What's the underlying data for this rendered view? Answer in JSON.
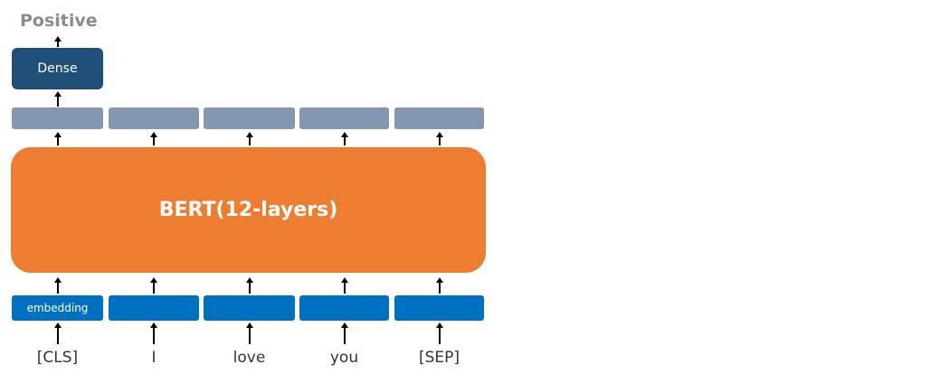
{
  "output": {
    "label": "Positive"
  },
  "dense": {
    "label": "Dense"
  },
  "bert": {
    "label": "BERT(12-layers)"
  },
  "embedding": {
    "label": "embedding"
  },
  "tokens": [
    "[CLS]",
    "I",
    "love",
    "you",
    "[SEP]"
  ],
  "colors": {
    "dense": "#1f4e79",
    "hidden": "#8497b0",
    "bert": "#ed7d31",
    "embedding": "#0070c0",
    "output_text": "#8c8c8c"
  }
}
